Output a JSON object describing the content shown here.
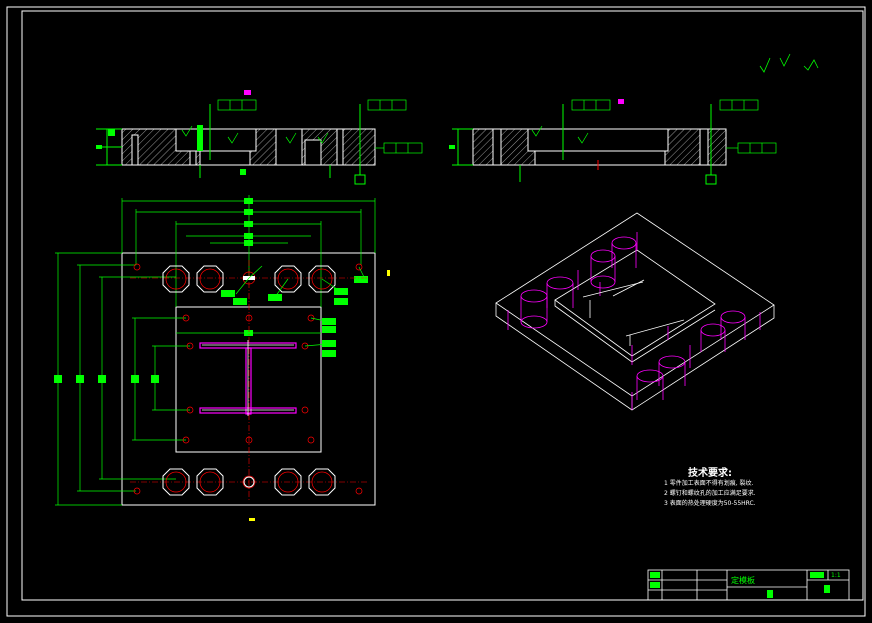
{
  "drawing": {
    "colors": {
      "background": "#000000",
      "border": "#ffffff",
      "outline": "#ffffff",
      "dimension": "#00ff00",
      "centerline": "#ff0000",
      "slot": "#ff00ff",
      "hatch": "#ffffff"
    }
  },
  "technical_requirements": {
    "title": "技术要求:",
    "items": [
      "1 零件加工表面不得有划痕, 裂纹.",
      "2 螺钉和螺纹孔的加工应满足要求.",
      "3 表面的热处理硬度为50-55HRC."
    ]
  },
  "title_block": {
    "part_name": "定模板",
    "scale": "1:1"
  }
}
